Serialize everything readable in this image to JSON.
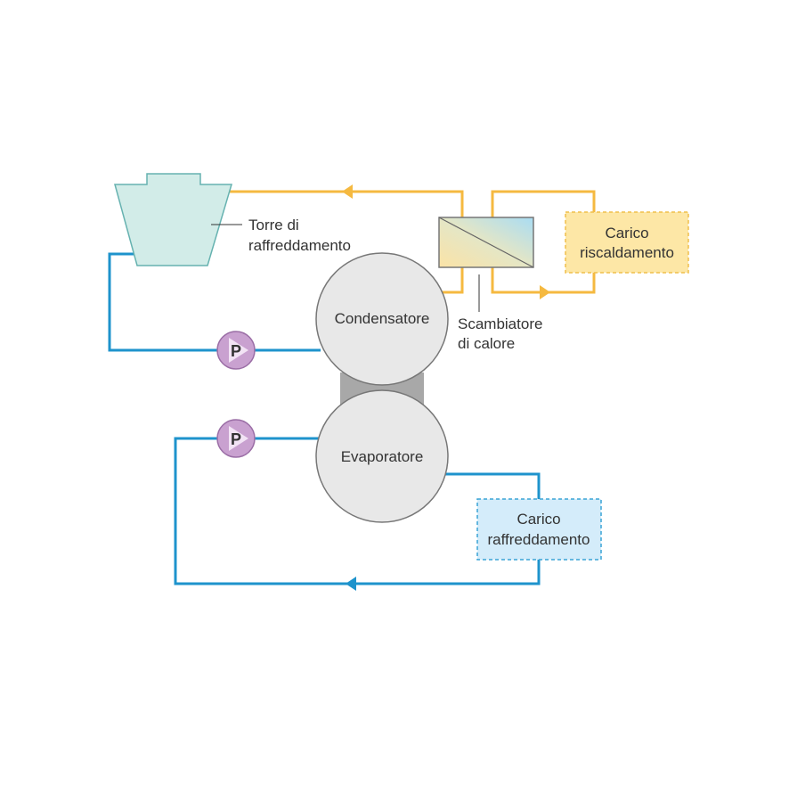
{
  "colors": {
    "hot_pipe": "#f5b940",
    "cold_pipe": "#1e93cc",
    "tower_fill": "#d2ece8",
    "tower_stroke": "#66b2b0",
    "vessel_fill": "#e8e8e8",
    "vessel_stroke": "#777777",
    "connector": "#a8a8a8",
    "pump_fill": "#c9a1d0",
    "pump_stroke": "#9b6ea6",
    "heating_fill": "#fde7a6",
    "heating_stroke": "#f0bf4c",
    "cooling_fill": "#d4ecfa",
    "cooling_stroke": "#3aa4d6"
  },
  "labels": {
    "tower_line1": "Torre di",
    "tower_line2": "raffreddamento",
    "condenser": "Condensatore",
    "evaporator": "Evaporatore",
    "exchanger_line1": "Scambiatore",
    "exchanger_line2": "di calore",
    "heating_line1": "Carico",
    "heating_line2": "riscaldamento",
    "cooling_line1": "Carico",
    "cooling_line2": "raffreddamento",
    "pump_top": "P",
    "pump_bottom": "P"
  }
}
